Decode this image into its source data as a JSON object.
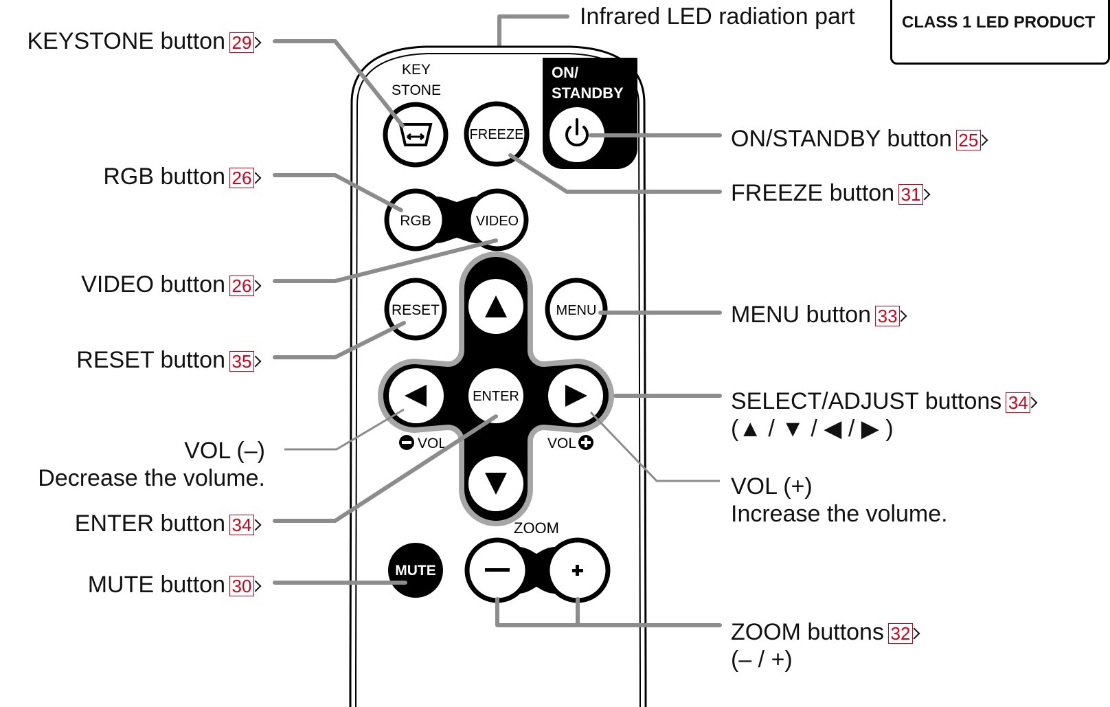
{
  "header": {
    "infrared_label": "Infrared LED radiation part",
    "class_label": "CLASS 1 LED PRODUCT"
  },
  "remote_button_texts": {
    "keystone_top": "KEY",
    "keystone_bottom": "STONE",
    "on_top": "ON/",
    "on_bottom": "STANDBY",
    "freeze": "FREEZE",
    "rgb": "RGB",
    "video": "VIDEO",
    "reset": "RESET",
    "menu": "MENU",
    "enter": "ENTER",
    "vol_left": "VOL",
    "vol_right": "VOL",
    "zoom": "ZOOM",
    "mute": "MUTE"
  },
  "callouts": {
    "keystone": {
      "label": "KEYSTONE button",
      "ref": "29"
    },
    "rgb": {
      "label": "RGB button",
      "ref": "26"
    },
    "video": {
      "label": "VIDEO button",
      "ref": "26"
    },
    "reset": {
      "label": "RESET button",
      "ref": "35"
    },
    "vol_minus": {
      "label": "VOL (–)",
      "desc": "Decrease the volume."
    },
    "enter": {
      "label": "ENTER button",
      "ref": "34"
    },
    "mute": {
      "label": "MUTE button",
      "ref": "30"
    },
    "on_standby": {
      "label": "ON/STANDBY button",
      "ref": "25"
    },
    "freeze": {
      "label": "FREEZE button",
      "ref": "31"
    },
    "menu": {
      "label": "MENU button",
      "ref": "33"
    },
    "select_adjust": {
      "label": "SELECT/ADJUST buttons",
      "ref": "34",
      "desc": "(▲ / ▼ / ◀ / ▶ )"
    },
    "vol_plus": {
      "label": "VOL (+)",
      "desc": "Increase the volume."
    },
    "zoom": {
      "label": "ZOOM buttons",
      "ref": "32",
      "desc": "(– / +)"
    }
  },
  "colors": {
    "ref_red": "#d0021b",
    "leader_gray": "#8c8c8c",
    "pad_gray": "#a6a6a6",
    "black": "#000000"
  }
}
